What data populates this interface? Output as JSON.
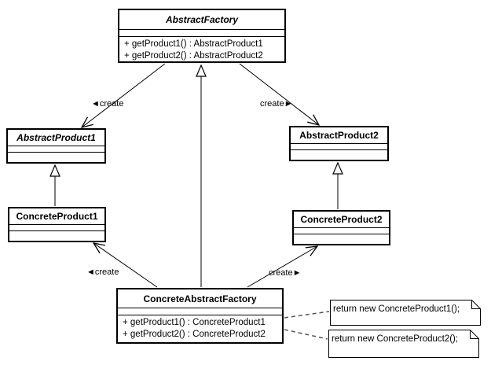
{
  "colors": {
    "line": "#000000",
    "background": "#ffffff",
    "text": "#000000",
    "dashed_connector": "#555555",
    "note_background": "#ffffff"
  },
  "classes": [
    {
      "name": "AbstractFactory",
      "methods": [
        "+ getProduct1() : AbstractProduct1",
        "+ getProduct2() : AbstractProduct2"
      ]
    },
    {
      "name": "AbstractProduct1",
      "methods": []
    },
    {
      "name": "AbstractProduct2",
      "methods": []
    },
    {
      "name": "ConcreteProduct1",
      "methods": []
    },
    {
      "name": "ConcreteProduct2",
      "methods": []
    },
    {
      "name": "ConcreteAbstractFactory",
      "methods": [
        "+ getProduct1() : ConcreteProduct1",
        "+ getProduct2() : ConcreteProduct2"
      ]
    }
  ],
  "labels": {
    "create_top_left": "create",
    "create_top_right": "create",
    "create_bottom_left": "create",
    "create_bottom_right": "create"
  },
  "icons": {
    "create_arrow_left": "◄",
    "create_arrow_right": "►"
  },
  "notes": [
    {
      "text": "return new ConcreteProduct1();"
    },
    {
      "text": "return new ConcreteProduct2();"
    }
  ]
}
